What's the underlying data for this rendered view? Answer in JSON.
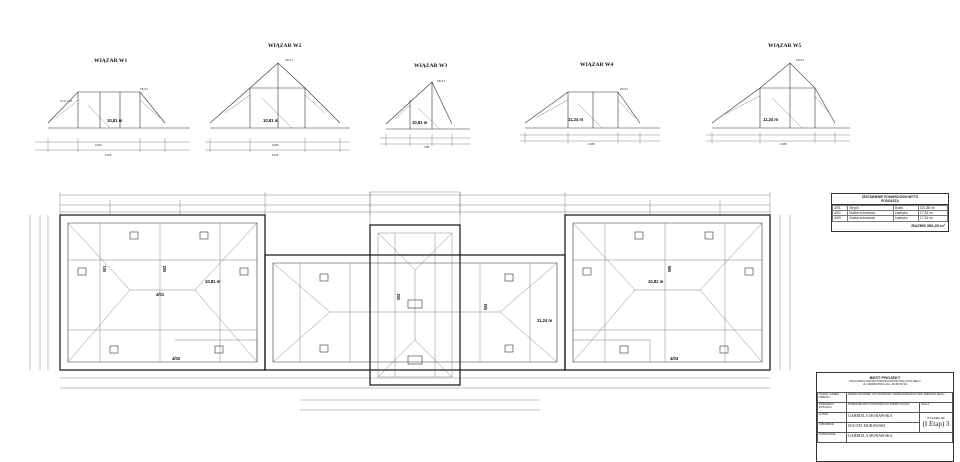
{
  "trusses": [
    {
      "title": "WIĄZAR W1",
      "area_label": "10,81 m"
    },
    {
      "title": "WIĄZAR W2",
      "area_label": "10,81 m"
    },
    {
      "title": "WIĄZAR W3",
      "area_label": "10,81 m"
    },
    {
      "title": "WIĄZAR W4",
      "area_label": "11,24 m"
    },
    {
      "title": "WIĄZAR W5",
      "area_label": "11,24 m"
    }
  ],
  "plan": {
    "room_labels": [
      "4/01",
      "4/02",
      "4/03",
      "11,24 m",
      "10,81 m",
      "10,81 m"
    ],
    "truss_marks": [
      "W1",
      "W2",
      "W3",
      "W4",
      "W5"
    ]
  },
  "legend": {
    "header_line1": "ZESTAWIENIE POWIERZCHNI NETTO",
    "header_line2": "PODDASZA",
    "rows": [
      {
        "code": "4/01",
        "name": "Strych",
        "floor": "Drabl",
        "area": "321,88 m²"
      },
      {
        "code": "4/02",
        "name": "Klatka schodowa",
        "floor": "Lastryko",
        "area": "17,51 m²"
      },
      {
        "code": "4/03",
        "name": "Klatka schodowa",
        "floor": "Lastryko",
        "area": "17,51 m²"
      }
    ],
    "sum_label": "RAZEM",
    "sum_value": "356,30 m²"
  },
  "titleblock": {
    "firm": "BEST PROJEKT",
    "firm_sub1": "PRACOWNIA PROJEKTOWA BUDOWNICTWA OGÓLNEGO",
    "firm_sub2": "UL. DEMBOWSKA 21A, 48-300 NYSA",
    "rows": [
      {
        "label": "NAZWA I ADRES OBIEKTU",
        "value": "ZMIANA SPOSOBU UŻYTKOWANIA I ROZBUDOWA BUDYNKU MIESZKALNEGO"
      },
      {
        "label": "PRZEDMIOT RYSUNKU",
        "value": "PODDASZE RZUT KONSTRUKCJI WIĘŹBY DACHU",
        "scale_label": "SKALA"
      },
      {
        "label": "AUTOR",
        "value": "GABRIELA MORAWSKA"
      },
      {
        "label": "SPRAWDZIŁ",
        "value": "MACIEJ MORAWSKI"
      },
      {
        "label": "OPRACOWAŁ",
        "value": "GABRIELA MORAWSKA"
      }
    ],
    "sheet_no": "(I Etap) 3",
    "sheet_label": "RYSUNEK NR"
  }
}
